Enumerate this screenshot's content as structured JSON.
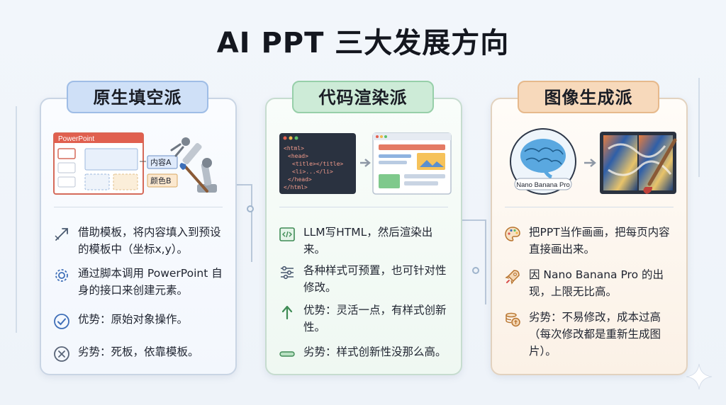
{
  "title": "AI PPT 三大发展方向",
  "columns": [
    {
      "heading": "原生填空派",
      "illustration": {
        "window_title": "PowerPoint",
        "tag_content": "内容A",
        "tag_color": "颜色B"
      },
      "items": [
        {
          "icon": "edit-arrow-icon",
          "text": "借助模板，将内容填入到预设的模板中（坐标x,y）。"
        },
        {
          "icon": "gear-icon",
          "text": "通过脚本调用 PowerPoint 自身的接口来创建元素。"
        },
        {
          "icon": "check-circle-icon",
          "text": "优势：原始对象操作。"
        },
        {
          "icon": "x-circle-icon",
          "text": "劣势：死板，依靠模板。"
        }
      ]
    },
    {
      "heading": "代码渲染派",
      "illustration": {
        "code_lines": [
          "<html>",
          "<head>",
          "<title></title>",
          "<li>...</li>",
          "</head>",
          "</html>"
        ]
      },
      "items": [
        {
          "icon": "code-window-icon",
          "text": "LLM写HTML，然后渲染出来。"
        },
        {
          "icon": "sliders-icon",
          "text": "各种样式可预置，也可针对性修改。"
        },
        {
          "icon": "arrow-up-icon",
          "text": "优势：灵活一点，有样式创新性。"
        },
        {
          "icon": "minus-icon",
          "text": "劣势：样式创新性没那么高。"
        }
      ]
    },
    {
      "heading": "图像生成派",
      "illustration": {
        "model_label": "Nano Banana Pro"
      },
      "items": [
        {
          "icon": "palette-icon",
          "text": "把PPT当作画画，把每页内容直接画出来。"
        },
        {
          "icon": "rocket-icon",
          "text": "因 Nano Banana Pro 的出现，上限无比高。"
        },
        {
          "icon": "coins-icon",
          "text": "劣势：不易修改，成本过高（每次修改都是重新生成图片）。"
        }
      ]
    }
  ],
  "colors": {
    "blue_accent": "#cfe0f7",
    "green_accent": "#cdebd7",
    "orange_accent": "#f7d9bb"
  }
}
